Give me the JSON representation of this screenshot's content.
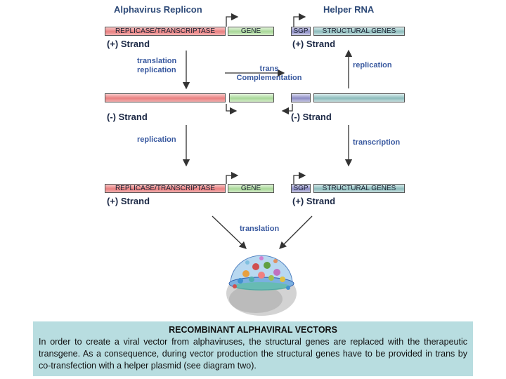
{
  "titles": {
    "replicon": "Alphavirus Replicon",
    "helper": "Helper RNA"
  },
  "row1": {
    "replicase": "REPLICASE/TRANSCRIPTASE",
    "gene": "GENE",
    "sgp": "SGP",
    "structural": "STRUCTURAL GENES",
    "strand_left": "(+) Strand",
    "strand_right": "(+) Strand"
  },
  "row2": {
    "strand_left": "(-) Strand",
    "strand_right": "(-) Strand"
  },
  "row3": {
    "replicase": "REPLICASE/TRANSCRIPTASE",
    "gene": "GENE",
    "sgp": "SGP",
    "structural": "STRUCTURAL GENES",
    "strand_left": "(+) Strand",
    "strand_right": "(+) Strand"
  },
  "notes": {
    "translation_replication_1": "translation",
    "translation_replication_2": "replication",
    "trans_1": "trans",
    "trans_2": "Complementation",
    "replication_right": "replication",
    "replication_left": "replication",
    "transcription": "transcription",
    "translation_bottom": "translation"
  },
  "caption": {
    "title": "RECOMBINANT ALPHAVIRAL VECTORS",
    "body": "In order to create a viral vector from alphaviruses, the structural genes are replaced with the therapeutic transgene. As a consequence, during vector production the structural genes have to be provided in trans by co-transfection with a helper plasmid (see diagram two)."
  },
  "colors": {
    "replicase": "#e97f7f",
    "gene": "#a8d898",
    "sgp": "#8c8cc4",
    "structural": "#8cbcbc",
    "caption_bg": "#b8dde0"
  }
}
